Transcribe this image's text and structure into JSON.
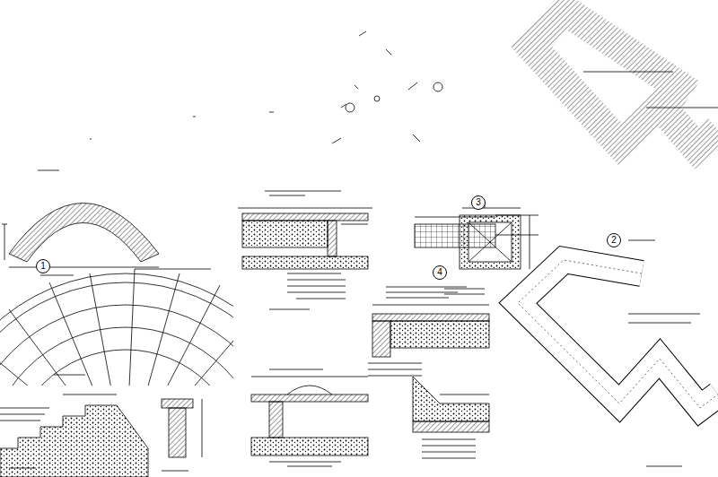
{
  "diagram": {
    "nodes": [
      {
        "text": [
          "3"
        ]
      },
      {
        "text": [
          "2"
        ]
      },
      {
        "text": [
          "1"
        ]
      },
      {
        "text": [
          "4"
        ]
      }
    ]
  }
}
